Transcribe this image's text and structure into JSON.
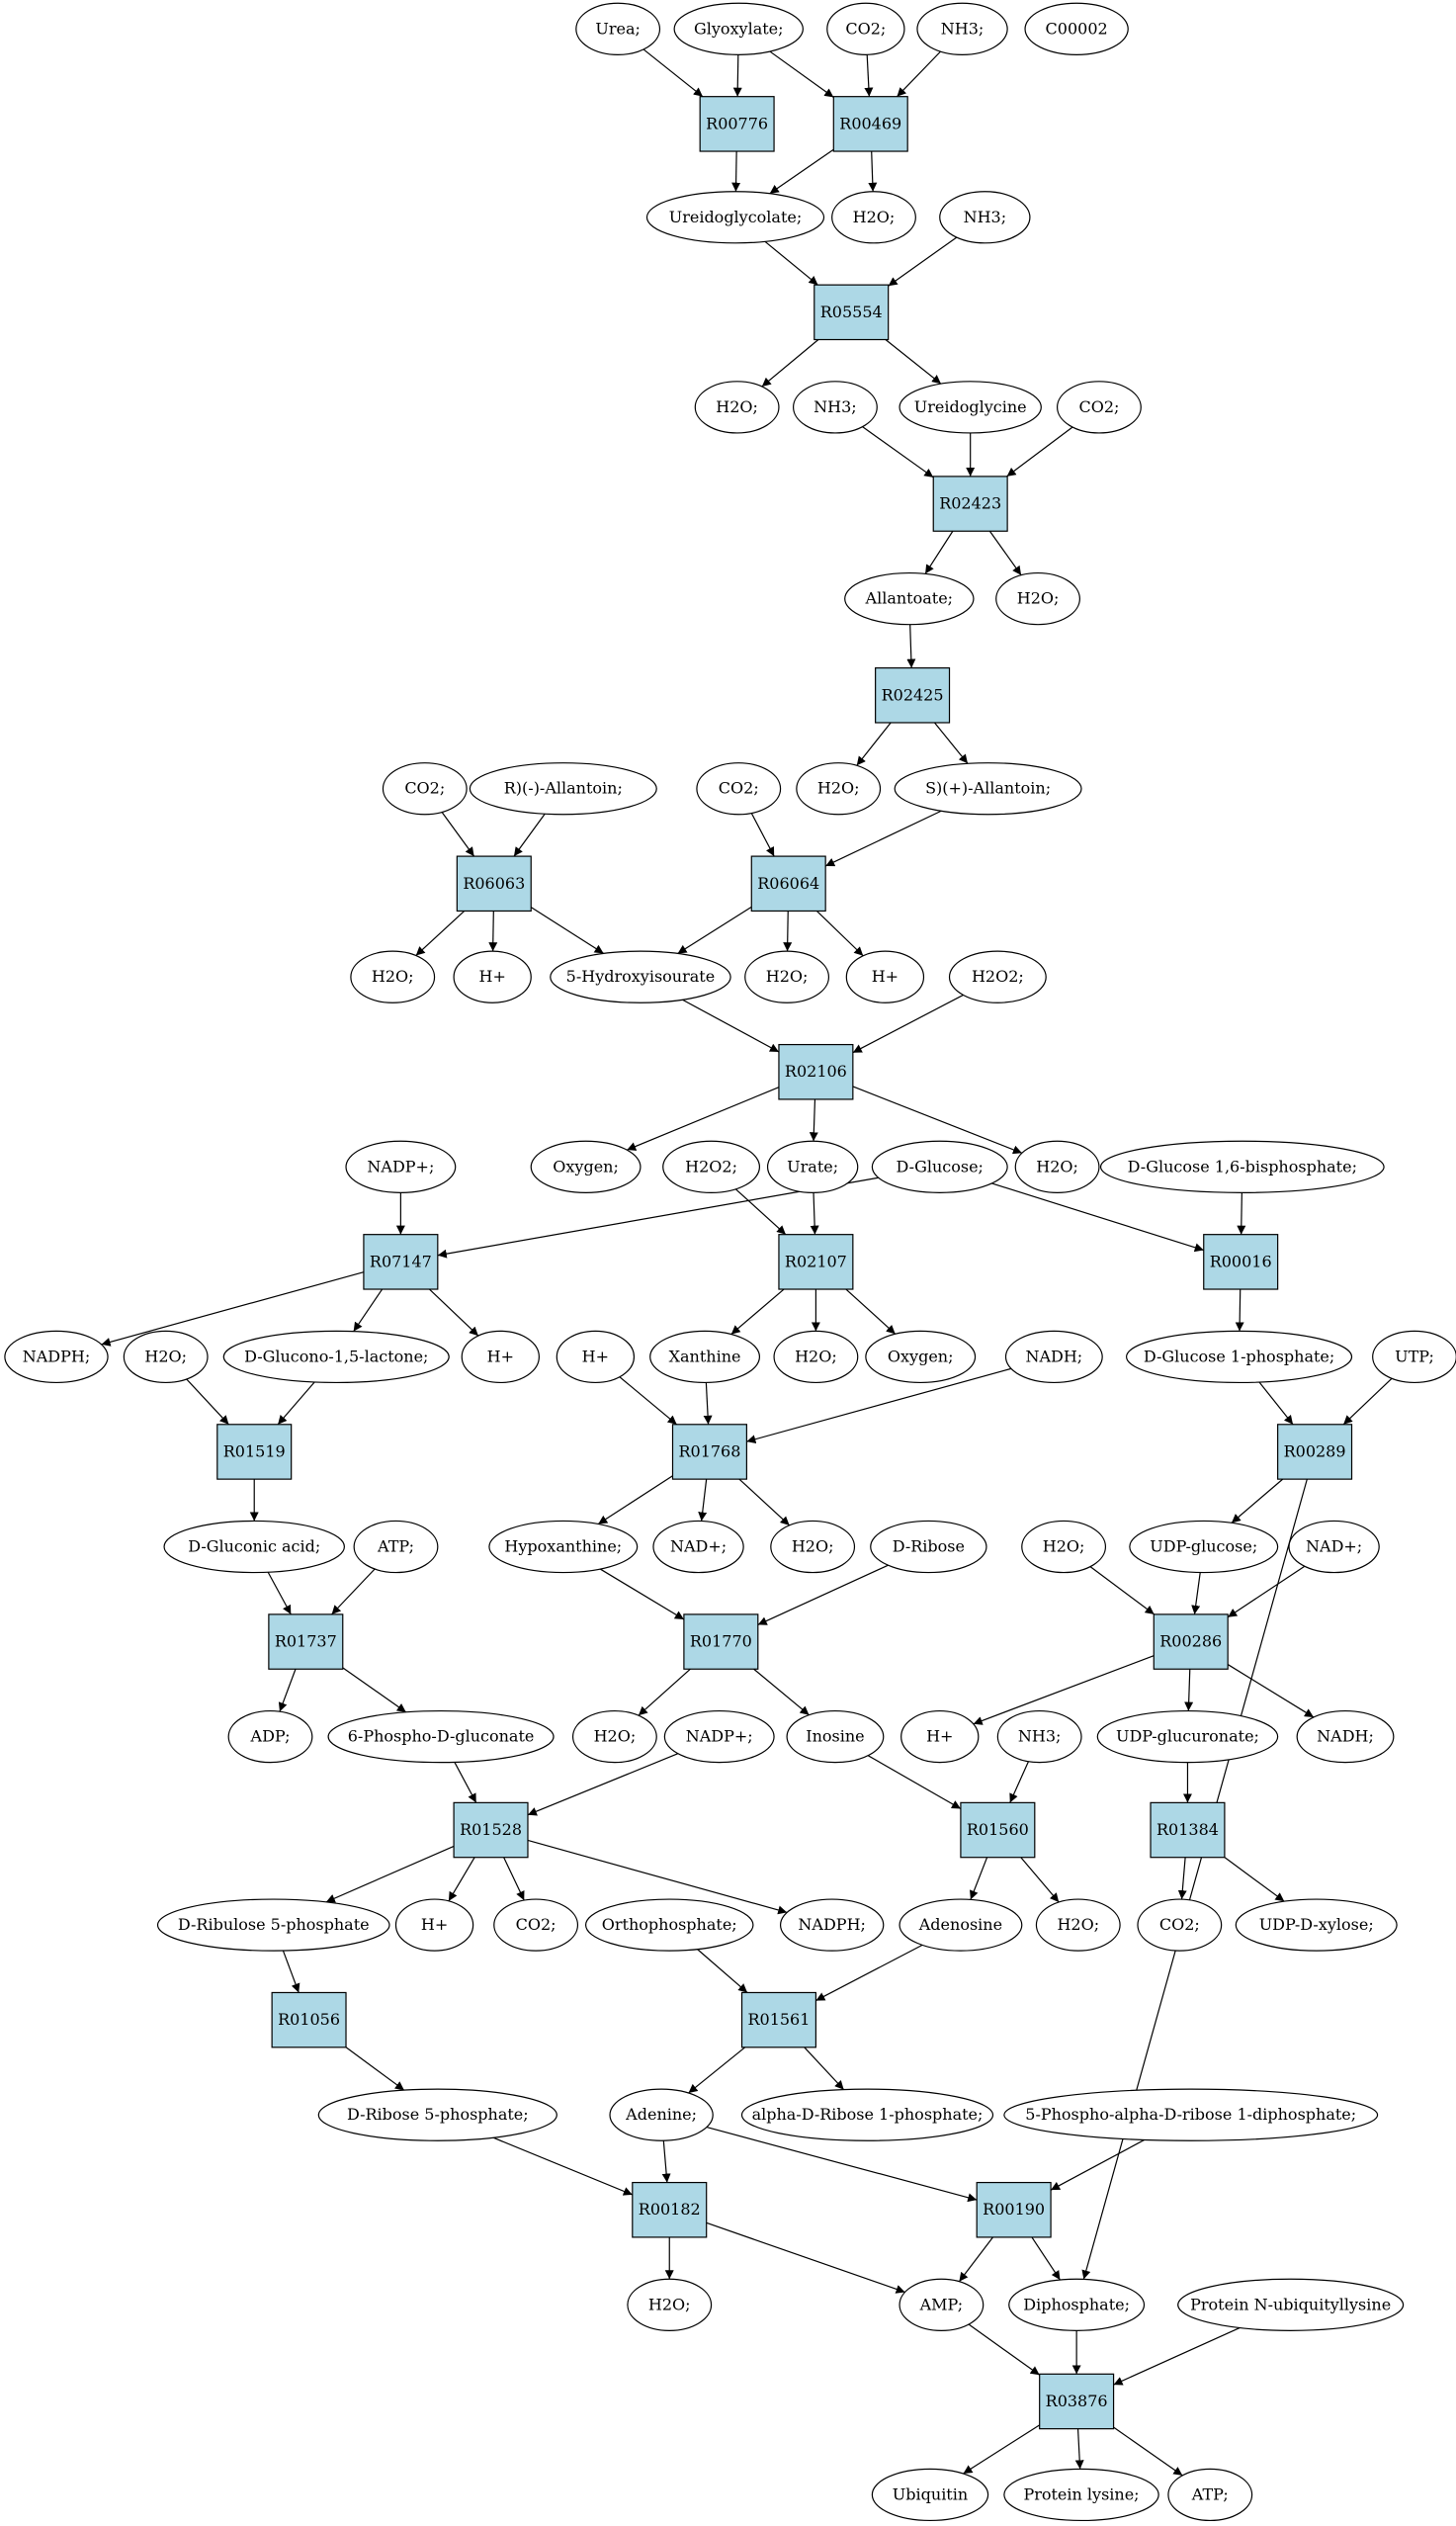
{
  "diagram": {
    "reactions": [
      {
        "id": "R00776",
        "label": "R00776"
      },
      {
        "id": "R00469",
        "label": "R00469"
      },
      {
        "id": "R05554",
        "label": "R05554"
      },
      {
        "id": "R02423",
        "label": "R02423"
      },
      {
        "id": "R02425",
        "label": "R02425"
      },
      {
        "id": "R06063",
        "label": "R06063"
      },
      {
        "id": "R06064",
        "label": "R06064"
      },
      {
        "id": "R02106",
        "label": "R02106"
      },
      {
        "id": "R07147",
        "label": "R07147"
      },
      {
        "id": "R02107",
        "label": "R02107"
      },
      {
        "id": "R00016",
        "label": "R00016"
      },
      {
        "id": "R01519",
        "label": "R01519"
      },
      {
        "id": "R01768",
        "label": "R01768"
      },
      {
        "id": "R00289",
        "label": "R00289"
      },
      {
        "id": "R01737",
        "label": "R01737"
      },
      {
        "id": "R01770",
        "label": "R01770"
      },
      {
        "id": "R00286",
        "label": "R00286"
      },
      {
        "id": "R01528",
        "label": "R01528"
      },
      {
        "id": "R01560",
        "label": "R01560"
      },
      {
        "id": "R01384",
        "label": "R01384"
      },
      {
        "id": "R01056",
        "label": "R01056"
      },
      {
        "id": "R01561",
        "label": "R01561"
      },
      {
        "id": "R00182",
        "label": "R00182"
      },
      {
        "id": "R00190",
        "label": "R00190"
      },
      {
        "id": "R03876",
        "label": "R03876"
      }
    ],
    "metabolites": [
      {
        "id": "urea",
        "label": "Urea;"
      },
      {
        "id": "glyoxylate",
        "label": "Glyoxylate;"
      },
      {
        "id": "co2_1",
        "label": "CO2;"
      },
      {
        "id": "nh3_1",
        "label": "NH3;"
      },
      {
        "id": "c00002",
        "label": "C00002",
        "highlight": "yellow"
      },
      {
        "id": "ureidoglycolate",
        "label": "Ureidoglycolate;"
      },
      {
        "id": "h2o_1",
        "label": "H2O;"
      },
      {
        "id": "nh3_2",
        "label": "NH3;"
      },
      {
        "id": "h2o_2",
        "label": "H2O;"
      },
      {
        "id": "nh3_3",
        "label": "NH3;"
      },
      {
        "id": "ureidoglycine",
        "label": "Ureidoglycine"
      },
      {
        "id": "co2_2",
        "label": "CO2;"
      },
      {
        "id": "allantoate",
        "label": "Allantoate;"
      },
      {
        "id": "h2o_3",
        "label": "H2O;"
      },
      {
        "id": "h2o_4",
        "label": "H2O;"
      },
      {
        "id": "s_allantoin",
        "label": "S)(+)-Allantoin;"
      },
      {
        "id": "co2_3",
        "label": "CO2;"
      },
      {
        "id": "r_allantoin",
        "label": "R)(-)-Allantoin;"
      },
      {
        "id": "co2_4",
        "label": "CO2;"
      },
      {
        "id": "h2o_5",
        "label": "H2O;"
      },
      {
        "id": "hplus_1",
        "label": "H+"
      },
      {
        "id": "hydroxyisourate",
        "label": "5-Hydroxyisourate"
      },
      {
        "id": "h2o_6",
        "label": "H2O;"
      },
      {
        "id": "hplus_2",
        "label": "H+"
      },
      {
        "id": "h2o2_1",
        "label": "H2O2;"
      },
      {
        "id": "oxygen_1",
        "label": "Oxygen;"
      },
      {
        "id": "h2o2_2",
        "label": "H2O2;"
      },
      {
        "id": "urate",
        "label": "Urate;"
      },
      {
        "id": "dglucose",
        "label": "D-Glucose;",
        "highlight": "green"
      },
      {
        "id": "h2o_7",
        "label": "H2O;"
      },
      {
        "id": "nadpplus_1",
        "label": "NADP+;"
      },
      {
        "id": "dglucose16bp",
        "label": "D-Glucose 1,6-bisphosphate;"
      },
      {
        "id": "nadph_1",
        "label": "NADPH;"
      },
      {
        "id": "h2o_8",
        "label": "H2O;"
      },
      {
        "id": "glucono",
        "label": "D-Glucono-1,5-lactone;"
      },
      {
        "id": "hplus_3",
        "label": "H+"
      },
      {
        "id": "hplus_4",
        "label": "H+"
      },
      {
        "id": "xanthine",
        "label": "Xanthine"
      },
      {
        "id": "h2o_9",
        "label": "H2O;"
      },
      {
        "id": "oxygen_2",
        "label": "Oxygen;"
      },
      {
        "id": "nadh_1",
        "label": "NADH;"
      },
      {
        "id": "dglucose1p",
        "label": "D-Glucose 1-phosphate;"
      },
      {
        "id": "utp",
        "label": "UTP;"
      },
      {
        "id": "gluconic",
        "label": "D-Gluconic acid;"
      },
      {
        "id": "atp_1",
        "label": "ATP;"
      },
      {
        "id": "hypoxanthine",
        "label": "Hypoxanthine;"
      },
      {
        "id": "nadplus_1",
        "label": "NAD+;"
      },
      {
        "id": "h2o_10",
        "label": "H2O;"
      },
      {
        "id": "dribose",
        "label": "D-Ribose"
      },
      {
        "id": "h2o_11",
        "label": "H2O;"
      },
      {
        "id": "udpglucose",
        "label": "UDP-glucose;"
      },
      {
        "id": "nadplus_2",
        "label": "NAD+;"
      },
      {
        "id": "adp",
        "label": "ADP;"
      },
      {
        "id": "phosphogluconate",
        "label": "6-Phospho-D-gluconate"
      },
      {
        "id": "h2o_12",
        "label": "H2O;"
      },
      {
        "id": "nadpplus_2",
        "label": "NADP+;"
      },
      {
        "id": "inosine",
        "label": "Inosine"
      },
      {
        "id": "hplus_5",
        "label": "H+"
      },
      {
        "id": "nh3_4",
        "label": "NH3;"
      },
      {
        "id": "udpglucuronate",
        "label": "UDP-glucuronate;"
      },
      {
        "id": "nadh_2",
        "label": "NADH;"
      },
      {
        "id": "ribulose5p",
        "label": "D-Ribulose 5-phosphate"
      },
      {
        "id": "hplus_6",
        "label": "H+"
      },
      {
        "id": "co2_5",
        "label": "CO2;"
      },
      {
        "id": "orthophosphate",
        "label": "Orthophosphate;"
      },
      {
        "id": "nadph_2",
        "label": "NADPH;"
      },
      {
        "id": "adenosine",
        "label": "Adenosine"
      },
      {
        "id": "h2o_13",
        "label": "H2O;"
      },
      {
        "id": "co2_6",
        "label": "CO2;"
      },
      {
        "id": "udpxylose",
        "label": "UDP-D-xylose;"
      },
      {
        "id": "ribose5p",
        "label": "D-Ribose 5-phosphate;"
      },
      {
        "id": "adenine",
        "label": "Adenine;"
      },
      {
        "id": "alpharibose1p",
        "label": "alpha-D-Ribose 1-phosphate;"
      },
      {
        "id": "prpp",
        "label": "5-Phospho-alpha-D-ribose 1-diphosphate;"
      },
      {
        "id": "h2o_14",
        "label": "H2O;"
      },
      {
        "id": "amp",
        "label": "AMP;"
      },
      {
        "id": "diphosphate",
        "label": "Diphosphate;"
      },
      {
        "id": "ubiqlysine",
        "label": "Protein N-ubiquityllysine"
      },
      {
        "id": "ubiquitin",
        "label": "Ubiquitin"
      },
      {
        "id": "proteinlysine",
        "label": "Protein lysine;"
      },
      {
        "id": "atp_2",
        "label": "ATP;"
      }
    ],
    "edges": [
      [
        "urea",
        "R00776"
      ],
      [
        "glyoxylate",
        "R00776"
      ],
      [
        "glyoxylate",
        "R00469"
      ],
      [
        "co2_1",
        "R00469"
      ],
      [
        "nh3_1",
        "R00469"
      ],
      [
        "R00776",
        "ureidoglycolate"
      ],
      [
        "R00469",
        "ureidoglycolate"
      ],
      [
        "R00469",
        "h2o_1"
      ],
      [
        "ureidoglycolate",
        "R05554"
      ],
      [
        "nh3_2",
        "R05554"
      ],
      [
        "R05554",
        "h2o_2"
      ],
      [
        "R05554",
        "ureidoglycine"
      ],
      [
        "nh3_3",
        "R02423"
      ],
      [
        "ureidoglycine",
        "R02423"
      ],
      [
        "co2_2",
        "R02423"
      ],
      [
        "R02423",
        "allantoate"
      ],
      [
        "R02423",
        "h2o_3"
      ],
      [
        "allantoate",
        "R02425"
      ],
      [
        "R02425",
        "h2o_4"
      ],
      [
        "R02425",
        "s_allantoin"
      ],
      [
        "co2_4",
        "R06063"
      ],
      [
        "r_allantoin",
        "R06063"
      ],
      [
        "co2_3",
        "R06064"
      ],
      [
        "s_allantoin",
        "R06064"
      ],
      [
        "R06063",
        "h2o_5"
      ],
      [
        "R06063",
        "hplus_1"
      ],
      [
        "R06063",
        "hydroxyisourate"
      ],
      [
        "R06064",
        "hydroxyisourate"
      ],
      [
        "R06064",
        "h2o_6"
      ],
      [
        "R06064",
        "hplus_2"
      ],
      [
        "hydroxyisourate",
        "R02106"
      ],
      [
        "h2o2_1",
        "R02106"
      ],
      [
        "R02106",
        "oxygen_1"
      ],
      [
        "R02106",
        "urate"
      ],
      [
        "R02106",
        "h2o_7"
      ],
      [
        "h2o2_2",
        "R02107"
      ],
      [
        "urate",
        "R02107"
      ],
      [
        "nadpplus_1",
        "R07147"
      ],
      [
        "dglucose",
        "R07147"
      ],
      [
        "dglucose",
        "R00016"
      ],
      [
        "dglucose16bp",
        "R00016"
      ],
      [
        "R07147",
        "nadph_1"
      ],
      [
        "R07147",
        "glucono"
      ],
      [
        "R07147",
        "hplus_3"
      ],
      [
        "R02107",
        "xanthine"
      ],
      [
        "R02107",
        "h2o_9"
      ],
      [
        "R02107",
        "oxygen_2"
      ],
      [
        "R00016",
        "dglucose1p"
      ],
      [
        "h2o_8",
        "R01519"
      ],
      [
        "glucono",
        "R01519"
      ],
      [
        "hplus_4",
        "R01768"
      ],
      [
        "xanthine",
        "R01768"
      ],
      [
        "nadh_1",
        "R01768"
      ],
      [
        "dglucose1p",
        "R00289"
      ],
      [
        "utp",
        "R00289"
      ],
      [
        "R01519",
        "gluconic"
      ],
      [
        "R01768",
        "hypoxanthine"
      ],
      [
        "R01768",
        "nadplus_1"
      ],
      [
        "R01768",
        "h2o_10"
      ],
      [
        "R00289",
        "udpglucose"
      ],
      [
        "R00289",
        "diphosphate"
      ],
      [
        "gluconic",
        "R01737"
      ],
      [
        "atp_1",
        "R01737"
      ],
      [
        "hypoxanthine",
        "R01770"
      ],
      [
        "dribose",
        "R01770"
      ],
      [
        "h2o_11",
        "R00286"
      ],
      [
        "udpglucose",
        "R00286"
      ],
      [
        "nadplus_2",
        "R00286"
      ],
      [
        "R01737",
        "adp"
      ],
      [
        "R01737",
        "phosphogluconate"
      ],
      [
        "R01770",
        "h2o_12"
      ],
      [
        "R01770",
        "inosine"
      ],
      [
        "R00286",
        "hplus_5"
      ],
      [
        "R00286",
        "udpglucuronate"
      ],
      [
        "R00286",
        "nadh_2"
      ],
      [
        "phosphogluconate",
        "R01528"
      ],
      [
        "nadpplus_2",
        "R01528"
      ],
      [
        "inosine",
        "R01560"
      ],
      [
        "nh3_4",
        "R01560"
      ],
      [
        "udpglucuronate",
        "R01384"
      ],
      [
        "R01528",
        "ribulose5p"
      ],
      [
        "R01528",
        "hplus_6"
      ],
      [
        "R01528",
        "co2_5"
      ],
      [
        "R01528",
        "nadph_2"
      ],
      [
        "R01560",
        "adenosine"
      ],
      [
        "R01560",
        "h2o_13"
      ],
      [
        "R01384",
        "co2_6"
      ],
      [
        "R01384",
        "udpxylose"
      ],
      [
        "orthophosphate",
        "R01561"
      ],
      [
        "adenosine",
        "R01561"
      ],
      [
        "ribulose5p",
        "R01056"
      ],
      [
        "R01561",
        "adenine"
      ],
      [
        "R01561",
        "alpharibose1p"
      ],
      [
        "R01056",
        "ribose5p"
      ],
      [
        "ribose5p",
        "R00182"
      ],
      [
        "adenine",
        "R00182"
      ],
      [
        "adenine",
        "R00190"
      ],
      [
        "prpp",
        "R00190"
      ],
      [
        "R00182",
        "h2o_14"
      ],
      [
        "R00182",
        "amp"
      ],
      [
        "R00190",
        "amp"
      ],
      [
        "R00190",
        "diphosphate"
      ],
      [
        "amp",
        "R03876"
      ],
      [
        "diphosphate",
        "R03876"
      ],
      [
        "ubiqlysine",
        "R03876"
      ],
      [
        "R03876",
        "ubiquitin"
      ],
      [
        "R03876",
        "proteinlysine"
      ],
      [
        "R03876",
        "atp_2"
      ]
    ]
  },
  "style": {
    "reaction_fill": "#add8e6",
    "highlight_yellow": "#ffff00",
    "highlight_green": "#00ee00",
    "line_color": "#000000"
  }
}
